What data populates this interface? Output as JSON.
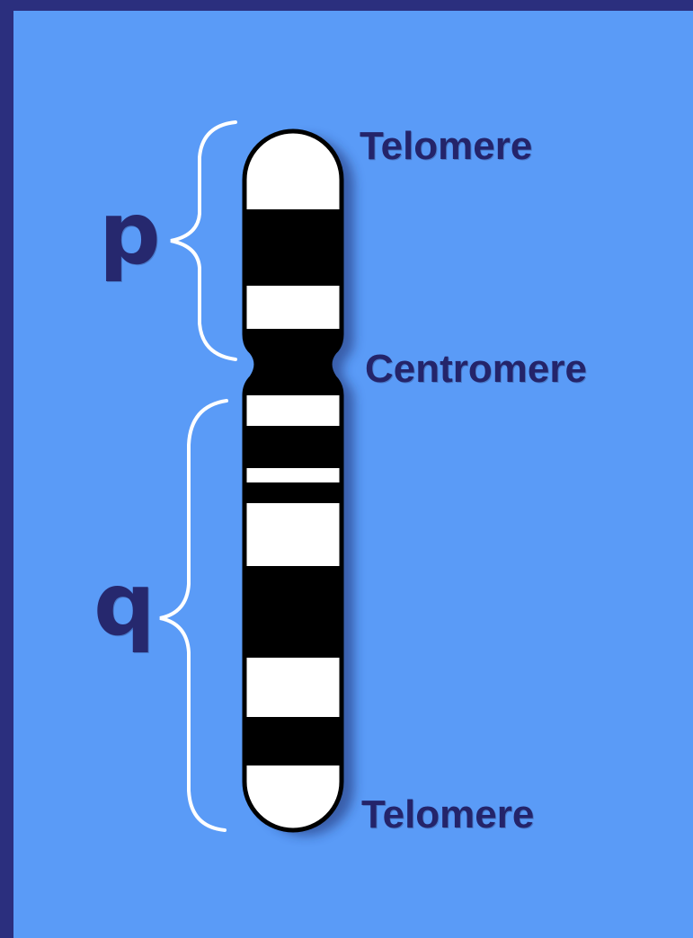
{
  "labels": {
    "telomere_top": "Telomere",
    "centromere": "Centromere",
    "telomere_bottom": "Telomere",
    "p_arm": "p",
    "q_arm": "q"
  },
  "colors": {
    "frame": "#2b2f7e",
    "background": "#5a9bf7",
    "label_text": "#24246a",
    "band_dark": "#000000",
    "band_light": "#ffffff",
    "brace": "#ffffff"
  }
}
